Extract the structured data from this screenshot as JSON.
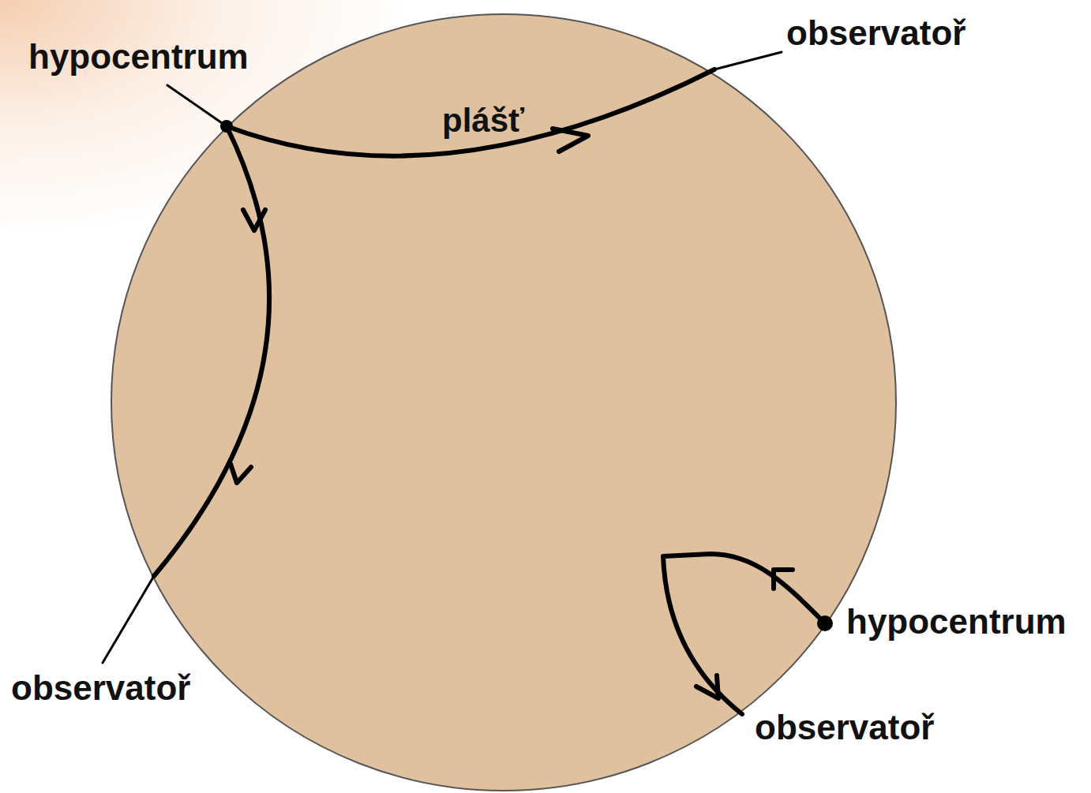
{
  "diagram": {
    "labels": [
      "hypocentrum",
      "observatoř",
      "plášť",
      "observatoř",
      "hypocentrum",
      "observatoř"
    ]
  }
}
